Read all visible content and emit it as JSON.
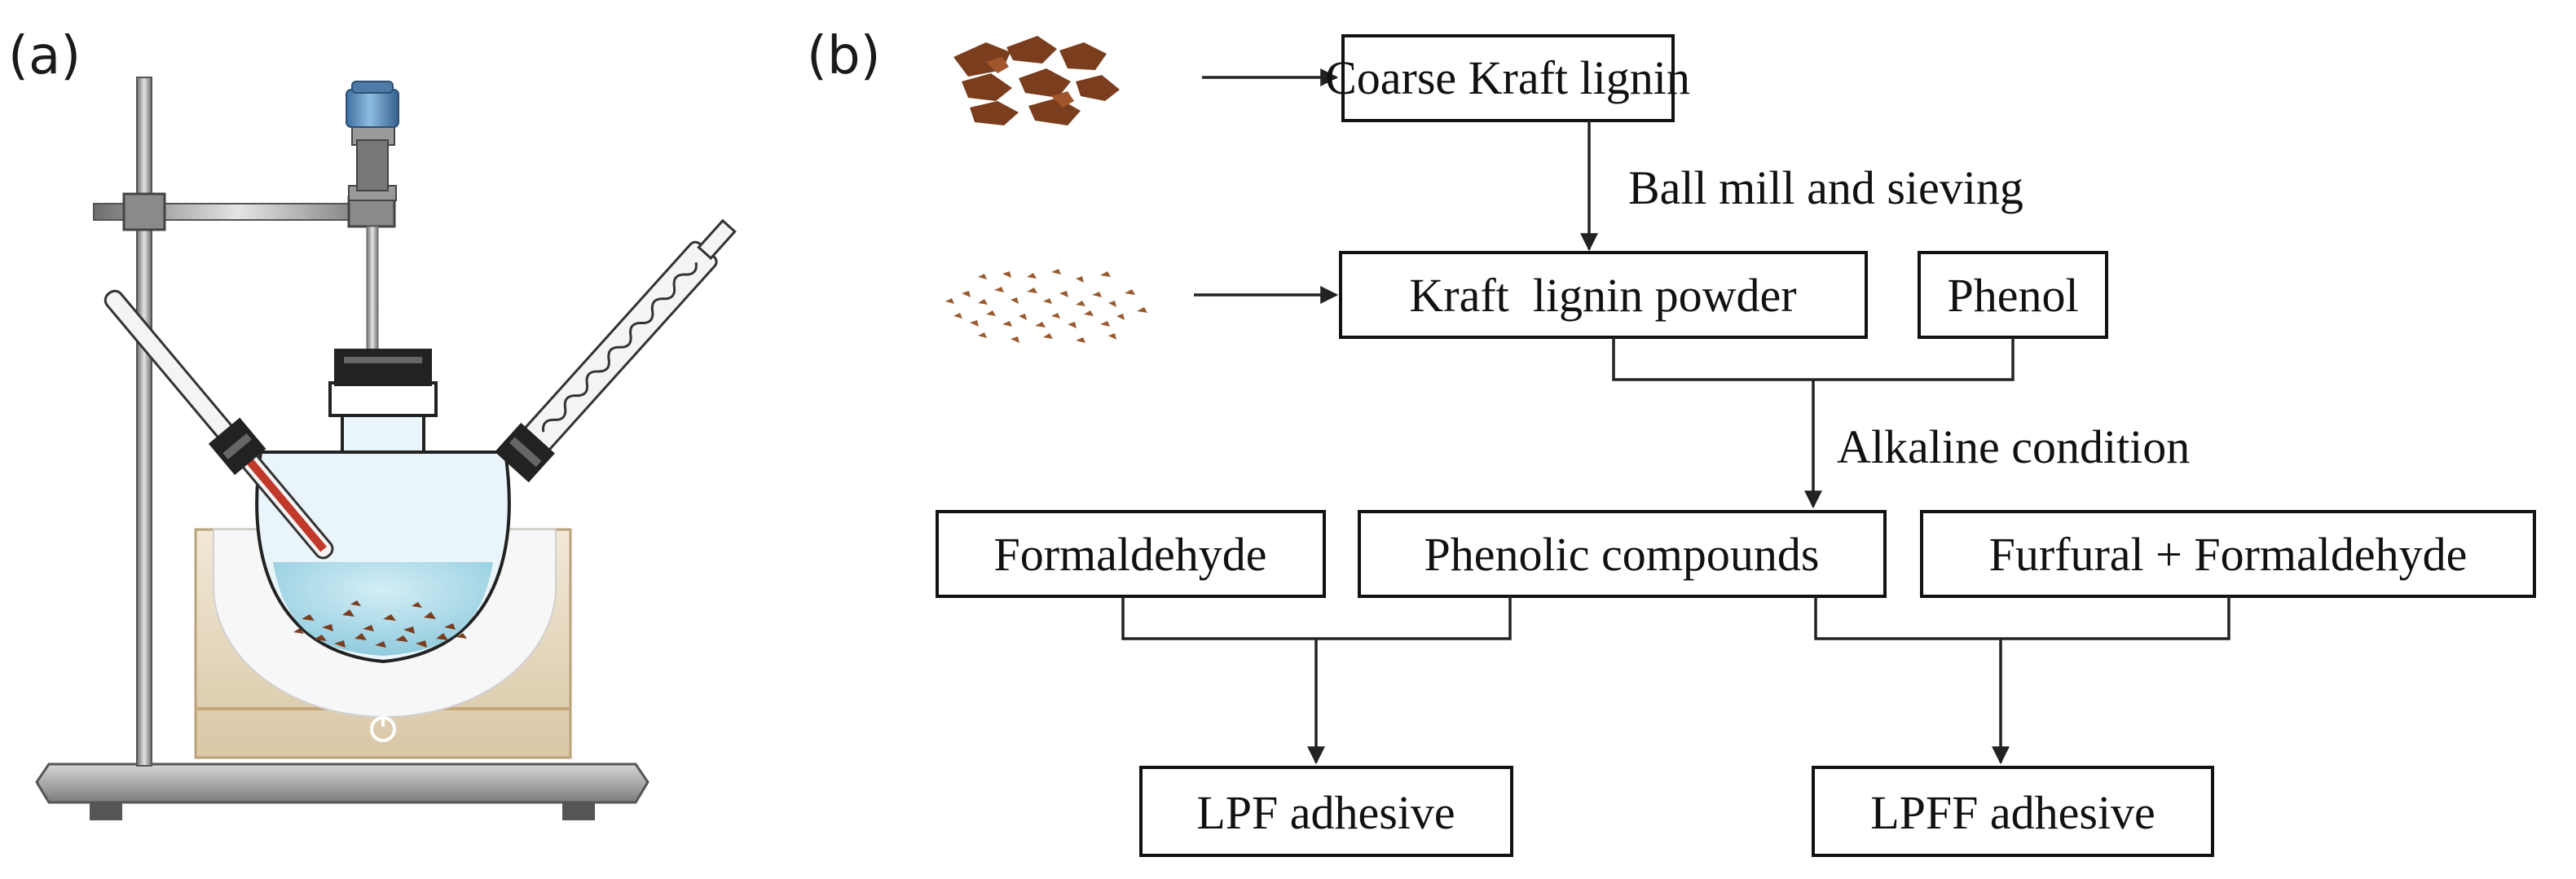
{
  "panels": {
    "a": "(a)",
    "b": "(b)"
  },
  "flowchart": {
    "coarse": "Coarse Kraft lignin",
    "powder": "Kraft  lignin powder",
    "phenol": "Phenol",
    "formaldehyde": "Formaldehyde",
    "phenolic": "Phenolic compounds",
    "furfural": "Furfural + Formaldehyde",
    "lpf": "LPF adhesive",
    "lpff": "LPFF adhesive"
  },
  "edges": {
    "ball_mill": "Ball mill and sieving",
    "alkaline": "Alkaline condition"
  },
  "colors": {
    "lignin_coarse": "#7a3e1e",
    "lignin_powder": "#9a5a30",
    "water": "#a9d8e6",
    "bath": "#eadfca",
    "motor": "#5a8fbf",
    "thermometer": "#c0392b",
    "stand": "#8a8a8a"
  },
  "icons": [
    "reactor-setup-illustration",
    "coarse-lignin-image",
    "lignin-powder-image"
  ]
}
